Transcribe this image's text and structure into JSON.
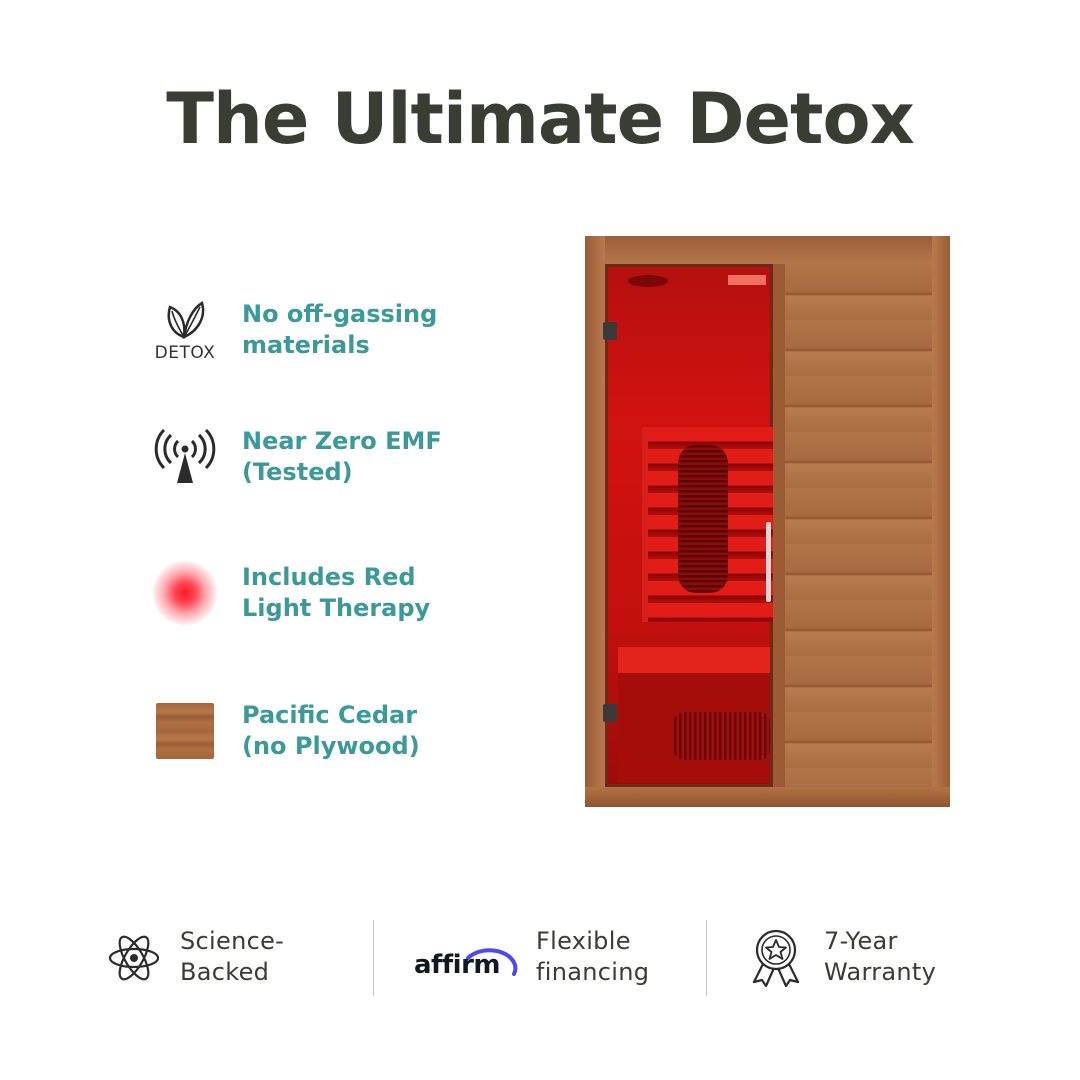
{
  "title": "The Ultimate Detox",
  "features": [
    {
      "icon": "leaf-detox-icon",
      "icon_label": "DETOX",
      "line1": "No off-gassing",
      "line2": "materials"
    },
    {
      "icon": "emf-antenna-icon",
      "line1": "Near Zero EMF",
      "line2": "(Tested)"
    },
    {
      "icon": "red-light-icon",
      "line1": "Includes Red",
      "line2": "Light Therapy"
    },
    {
      "icon": "cedar-wood-icon",
      "line1": "Pacific Cedar",
      "line2": "(no Plywood)"
    }
  ],
  "product_image": "infrared-sauna-image",
  "badges": [
    {
      "icon": "atom-icon",
      "line1": "Science-",
      "line2": "Backed"
    },
    {
      "icon": "affirm-logo",
      "logo_text": "affirm",
      "line1": "Flexible",
      "line2": "financing"
    },
    {
      "icon": "award-ribbon-icon",
      "line1": "7-Year",
      "line2": "Warranty"
    }
  ],
  "colors": {
    "title": "#3a3d33",
    "feature_text": "#3a9a98",
    "badge_text": "#3a3d33",
    "affirm_arc": "#4a4af4"
  }
}
